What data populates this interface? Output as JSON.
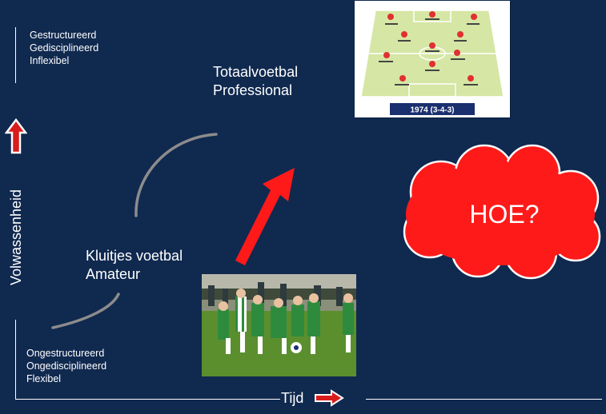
{
  "axis": {
    "y_label": "Volwassenheid",
    "x_label": "Tijd"
  },
  "top_traits": [
    "Gestructureerd",
    "Gedisciplineerd",
    "Inflexibel"
  ],
  "bottom_traits": [
    "Ongestructureerd",
    "Ongedisciplineerd",
    "Flexibel"
  ],
  "top_stage": {
    "line1": "Totaalvoetbal",
    "line2": "Professional"
  },
  "bottom_stage": {
    "line1": "Kluitjes voetbal",
    "line2": "Amateur"
  },
  "formation_caption": "1974 (3-4-3)",
  "cloud_text": "HOE?",
  "colors": {
    "background": "#10294f",
    "arrow_red": "#ff1a1a",
    "cloud_red": "#ff1a1a",
    "arc_gray": "#8c8c8c",
    "outline_arrow_fill": "#d91c1c"
  },
  "icons": {
    "up_arrow": "up-arrow-icon",
    "right_arrow": "right-arrow-icon"
  }
}
